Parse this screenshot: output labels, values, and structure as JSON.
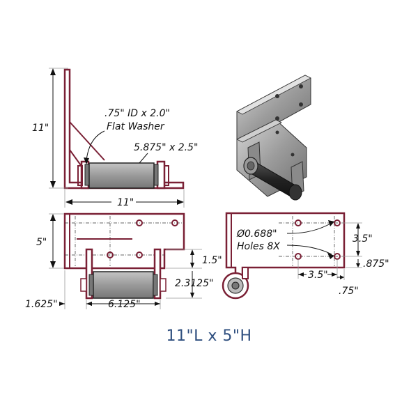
{
  "labels": {
    "height_side": "11\"",
    "washer_spec_line1": ".75\" ID x 2.0\"",
    "washer_spec_line2": "Flat Washer",
    "roller_spec": "5.875\" x 2.5\"",
    "length_top": "11\"",
    "height_plate": "5\"",
    "offset_1_5": "1.5\"",
    "offset_2_3125": "2.3125\"",
    "offset_1_625": "1.625\"",
    "roller_width": "6.125\"",
    "holes_line1": "Ø0.688\"",
    "holes_line2": "Holes 8X",
    "hole_spacing_v": "3.5\"",
    "hole_edge_v": ".875\"",
    "hole_spacing_h": "3.5\"",
    "hole_edge_h": ".75\""
  },
  "caption": "11\"L x 5\"H",
  "colors": {
    "part_outline": "#7a2035",
    "roller_fill": "#a8a8a8",
    "caption_text": "#2f4f7f"
  }
}
